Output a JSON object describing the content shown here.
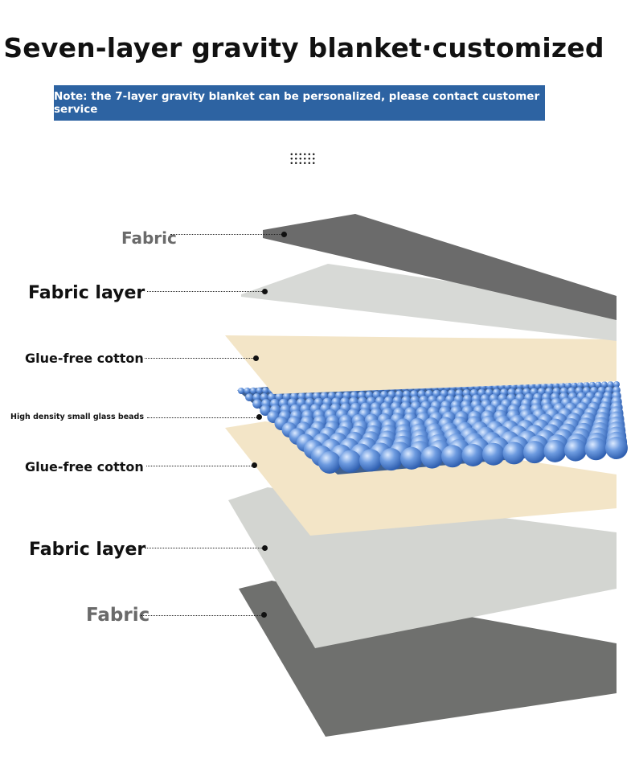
{
  "title": "Seven-layer gravity blanket·customized",
  "note": "Note: the 7-layer gravity blanket can be personalized, please contact customer service",
  "layers": [
    {
      "label": "Fabric",
      "color": "#6e6e6e"
    },
    {
      "label": "Fabric layer",
      "color": "#d5d7d3"
    },
    {
      "label": "Glue-free cotton",
      "color": "#f2e4c6"
    },
    {
      "label": "High density small glass beads",
      "color": "#4f86d6"
    },
    {
      "label": "Glue-free cotton",
      "color": "#f2e4c6"
    },
    {
      "label": "Fabric layer",
      "color": "#d2d4d0"
    },
    {
      "label": "Fabric",
      "color": "#6e6e6e"
    }
  ]
}
